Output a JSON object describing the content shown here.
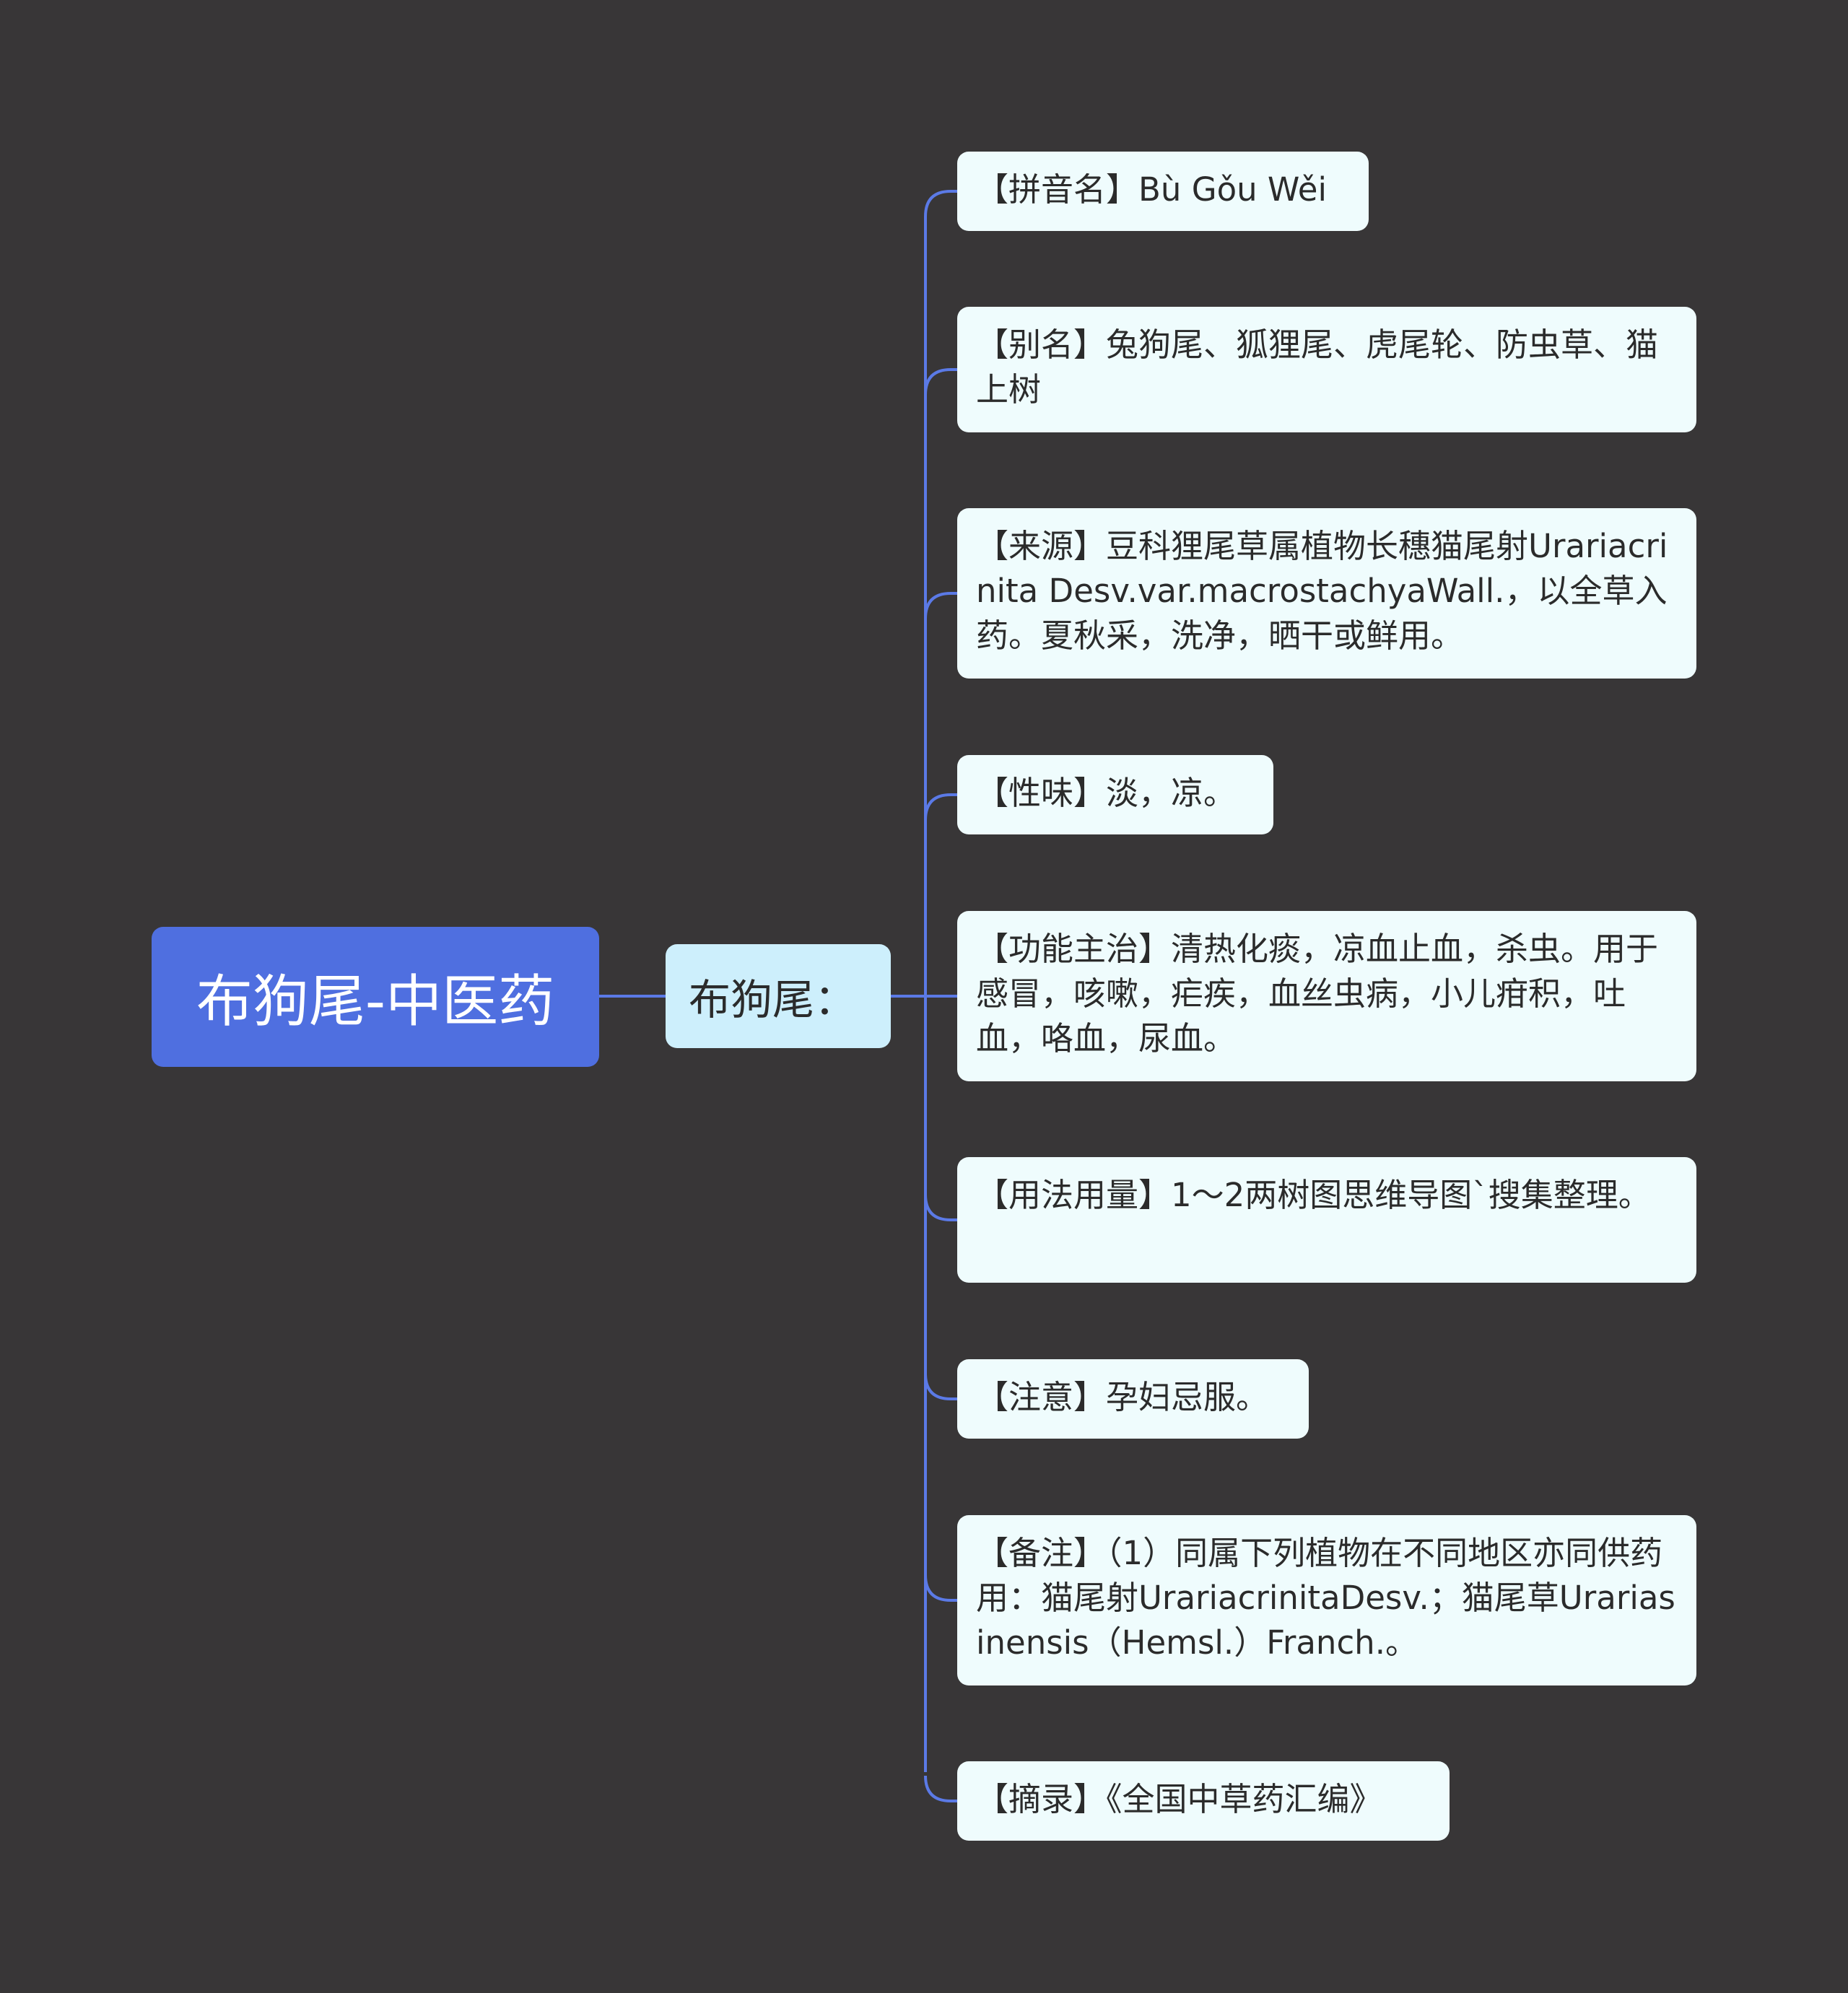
{
  "root": {
    "label": "布狗尾-中医药"
  },
  "sub": {
    "label": "布狗尾："
  },
  "leaves": [
    {
      "text": "【拼音名】Bù Gǒu Wěi"
    },
    {
      "text": "【别名】兔狗尾、狐狸尾、虎尾轮、防虫草、猫上树"
    },
    {
      "text": "【来源】豆科狸尾草属植物长穗猫尾射Urariacrinita Desv.var.macrostachyaWall.，以全草入药。夏秋采，洗净，晒干或鲜用。"
    },
    {
      "text": "【性味】淡，凉。"
    },
    {
      "text": "【功能主治】清热化痰，凉血止血，杀虫。用于感冒，咳嗽，疟疾，血丝虫病，小儿疳积，吐血，咯血，尿血。"
    },
    {
      "text": "【用法用量】1～2两树图思维导图`搜集整理。"
    },
    {
      "text": "【注意】孕妇忌服。"
    },
    {
      "text": "【备注】（1）同属下列植物在不同地区亦同供药用：猫尾射UrariacrinitaDesv.；猫尾草Urariasinensis（Hemsl.）Franch.。"
    },
    {
      "text": "【摘录】《全国中草药汇编》"
    }
  ],
  "colors": {
    "background": "#383637",
    "root": "#4f6fe0",
    "sub": "#cdeffc",
    "leaf": "#effcfd",
    "connector": "#5b7ae6"
  }
}
